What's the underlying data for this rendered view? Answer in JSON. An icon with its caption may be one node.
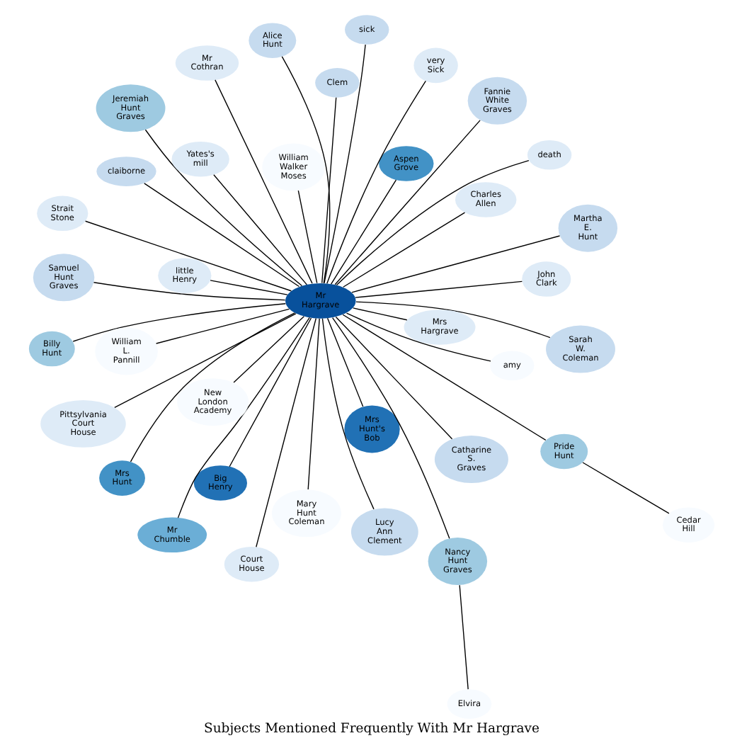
{
  "diagram": {
    "title": "Subjects Mentioned Frequently With Mr Hargrave",
    "nodes": [
      {
        "text": [
          "Mr Hargrave"
        ]
      },
      {
        "text": [
          "Big Henry"
        ]
      },
      {
        "text": [
          "Mrs Hunt's Bob"
        ]
      },
      {
        "text": [
          "Mrs Hunt"
        ]
      },
      {
        "text": [
          "Aspen Grove"
        ]
      },
      {
        "text": [
          "Mr Chumble"
        ]
      },
      {
        "text": [
          "Nancy Hunt Graves"
        ]
      },
      {
        "text": [
          "Jeremiah Hunt Graves"
        ]
      },
      {
        "text": [
          "Billy Hunt"
        ]
      },
      {
        "text": [
          "Pride Hunt"
        ]
      },
      {
        "text": [
          "Sarah W. Coleman"
        ]
      },
      {
        "text": [
          "Fannie White Graves"
        ]
      },
      {
        "text": [
          "Lucy Ann Clement"
        ]
      },
      {
        "text": [
          "Martha E. Hunt"
        ]
      },
      {
        "text": [
          "Catharine S. Graves"
        ]
      },
      {
        "text": [
          "Alice Hunt"
        ]
      },
      {
        "text": [
          "Clem"
        ]
      },
      {
        "text": [
          "claiborne"
        ]
      },
      {
        "text": [
          "sick"
        ]
      },
      {
        "text": [
          "Samuel Hunt Graves"
        ]
      },
      {
        "text": [
          "Yates's mill"
        ]
      },
      {
        "text": [
          "Strait Stone"
        ]
      },
      {
        "text": [
          "little Henry"
        ]
      },
      {
        "text": [
          "Mr Cothran"
        ]
      },
      {
        "text": [
          "Mrs Hargrave"
        ]
      },
      {
        "text": [
          "very Sick"
        ]
      },
      {
        "text": [
          "Court House"
        ]
      },
      {
        "text": [
          "Pittsylvania Court House"
        ]
      },
      {
        "text": [
          "Charles Allen"
        ]
      },
      {
        "text": [
          "John Clark"
        ]
      },
      {
        "text": [
          "death"
        ]
      },
      {
        "text": [
          "William Walker Moses"
        ]
      },
      {
        "text": [
          "New London Academy"
        ]
      },
      {
        "text": [
          "Elvira"
        ]
      },
      {
        "text": [
          "Mary Hunt Coleman"
        ]
      },
      {
        "text": [
          "Cedar Hill"
        ]
      },
      {
        "text": [
          "amy"
        ]
      },
      {
        "text": [
          "William L. Pannill"
        ]
      }
    ],
    "edges": [
      {
        "from": 0,
        "to": 1,
        "arrow": "none"
      },
      {
        "from": 0,
        "to": 2,
        "arrow": "none"
      },
      {
        "from": 0,
        "to": 3,
        "arrow": "none"
      },
      {
        "from": 0,
        "to": 4,
        "arrow": "none"
      },
      {
        "from": 0,
        "to": 5,
        "arrow": "none"
      },
      {
        "from": 0,
        "to": 6,
        "arrow": "none"
      },
      {
        "from": 0,
        "to": 7,
        "arrow": "none"
      },
      {
        "from": 0,
        "to": 8,
        "arrow": "none"
      },
      {
        "from": 0,
        "to": 9,
        "arrow": "none"
      },
      {
        "from": 0,
        "to": 10,
        "arrow": "none"
      },
      {
        "from": 0,
        "to": 11,
        "arrow": "none"
      },
      {
        "from": 0,
        "to": 12,
        "arrow": "none"
      },
      {
        "from": 0,
        "to": 13,
        "arrow": "none"
      },
      {
        "from": 0,
        "to": 14,
        "arrow": "none"
      },
      {
        "from": 0,
        "to": 15,
        "arrow": "none"
      },
      {
        "from": 0,
        "to": 16,
        "arrow": "none"
      },
      {
        "from": 0,
        "to": 17,
        "arrow": "none"
      },
      {
        "from": 0,
        "to": 18,
        "arrow": "none"
      },
      {
        "from": 0,
        "to": 19,
        "arrow": "none"
      },
      {
        "from": 0,
        "to": 20,
        "arrow": "none"
      },
      {
        "from": 0,
        "to": 21,
        "arrow": "none"
      },
      {
        "from": 0,
        "to": 22,
        "arrow": "none"
      },
      {
        "from": 0,
        "to": 23,
        "arrow": "none"
      },
      {
        "from": 0,
        "to": 24,
        "arrow": "none"
      },
      {
        "from": 0,
        "to": 25,
        "arrow": "none"
      },
      {
        "from": 0,
        "to": 26,
        "arrow": "none"
      },
      {
        "from": 0,
        "to": 27,
        "arrow": "none"
      },
      {
        "from": 0,
        "to": 28,
        "arrow": "none"
      },
      {
        "from": 0,
        "to": 29,
        "arrow": "none"
      },
      {
        "from": 0,
        "to": 30,
        "arrow": "none"
      },
      {
        "from": 0,
        "to": 31,
        "arrow": "none"
      },
      {
        "from": 0,
        "to": 32,
        "arrow": "none"
      },
      {
        "from": 0,
        "to": 34,
        "arrow": "none"
      },
      {
        "from": 0,
        "to": 36,
        "arrow": "none"
      },
      {
        "from": 0,
        "to": 37,
        "arrow": "none"
      },
      {
        "from": 6,
        "to": 33,
        "arrow": "none"
      },
      {
        "from": 9,
        "to": 35,
        "arrow": "none"
      }
    ]
  }
}
